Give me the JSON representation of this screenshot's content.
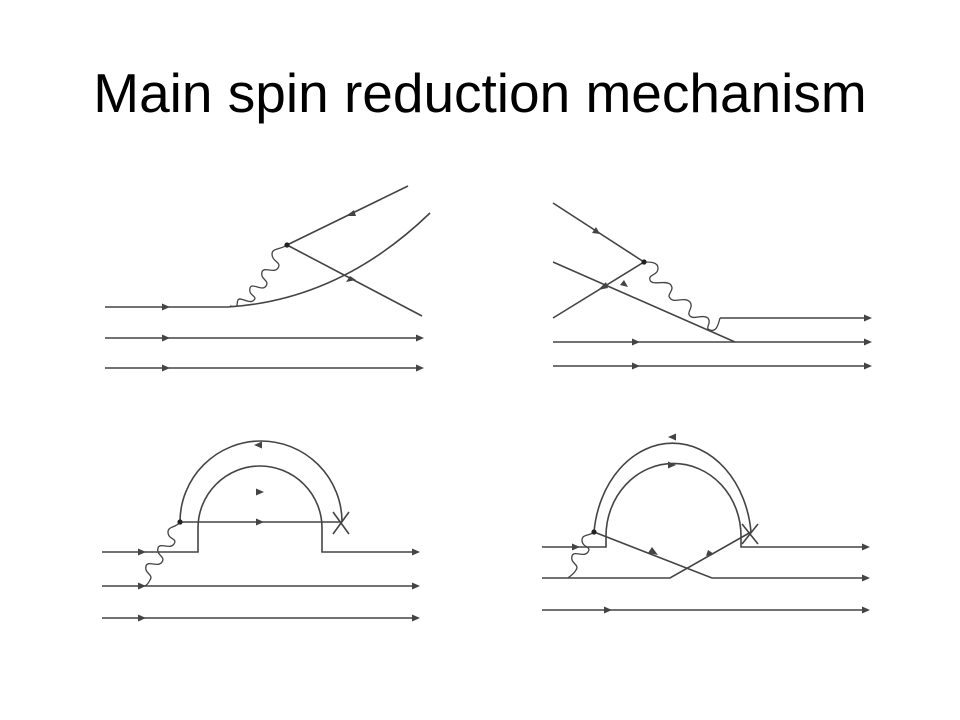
{
  "title": "Main spin reduction mechanism",
  "diagrams": [
    {
      "name": "diagram-top-left",
      "marks": [
        "gluon",
        "vertex"
      ]
    },
    {
      "name": "diagram-top-right",
      "marks": [
        "gluon",
        "vertex"
      ]
    },
    {
      "name": "diagram-bottom-left",
      "marks": [
        "gluon",
        "vertex",
        "cross"
      ]
    },
    {
      "name": "diagram-bottom-right",
      "marks": [
        "gluon",
        "vertex",
        "cross"
      ]
    }
  ],
  "colors": {
    "ink": "#444444",
    "background": "#ffffff"
  }
}
